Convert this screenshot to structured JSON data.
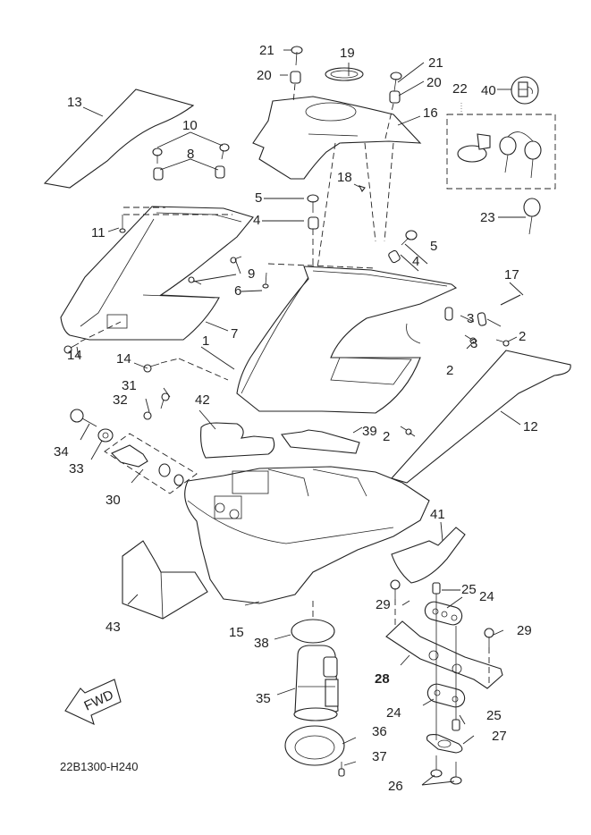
{
  "diagram": {
    "title_code": "22B1300-H240",
    "fwd_label": "FWD",
    "callouts": {
      "c1": "1",
      "c2a": "2",
      "c2b": "2",
      "c2c": "2",
      "c3a": "3",
      "c3b": "3",
      "c4a": "4",
      "c4b": "4",
      "c5a": "5",
      "c5b": "5",
      "c6": "6",
      "c7": "7",
      "c8": "8",
      "c9": "9",
      "c10": "10",
      "c11": "11",
      "c12": "12",
      "c13": "13",
      "c14a": "14",
      "c14b": "14",
      "c15": "15",
      "c16": "16",
      "c17": "17",
      "c18": "18",
      "c19": "19",
      "c20a": "20",
      "c20b": "20",
      "c21a": "21",
      "c21b": "21",
      "c22": "22",
      "c23": "23",
      "c24a": "24",
      "c24b": "24",
      "c25a": "25",
      "c25b": "25",
      "c26": "26",
      "c27": "27",
      "c28": "28",
      "c29a": "29",
      "c29b": "29",
      "c30": "30",
      "c31": "31",
      "c32": "32",
      "c33": "33",
      "c34": "34",
      "c35": "35",
      "c36": "36",
      "c37": "37",
      "c38": "38",
      "c39": "39",
      "c40": "40",
      "c41": "41",
      "c42": "42",
      "c43": "43"
    },
    "icons": {
      "fuel_pump_symbol": "fuel-gauge-icon"
    }
  }
}
